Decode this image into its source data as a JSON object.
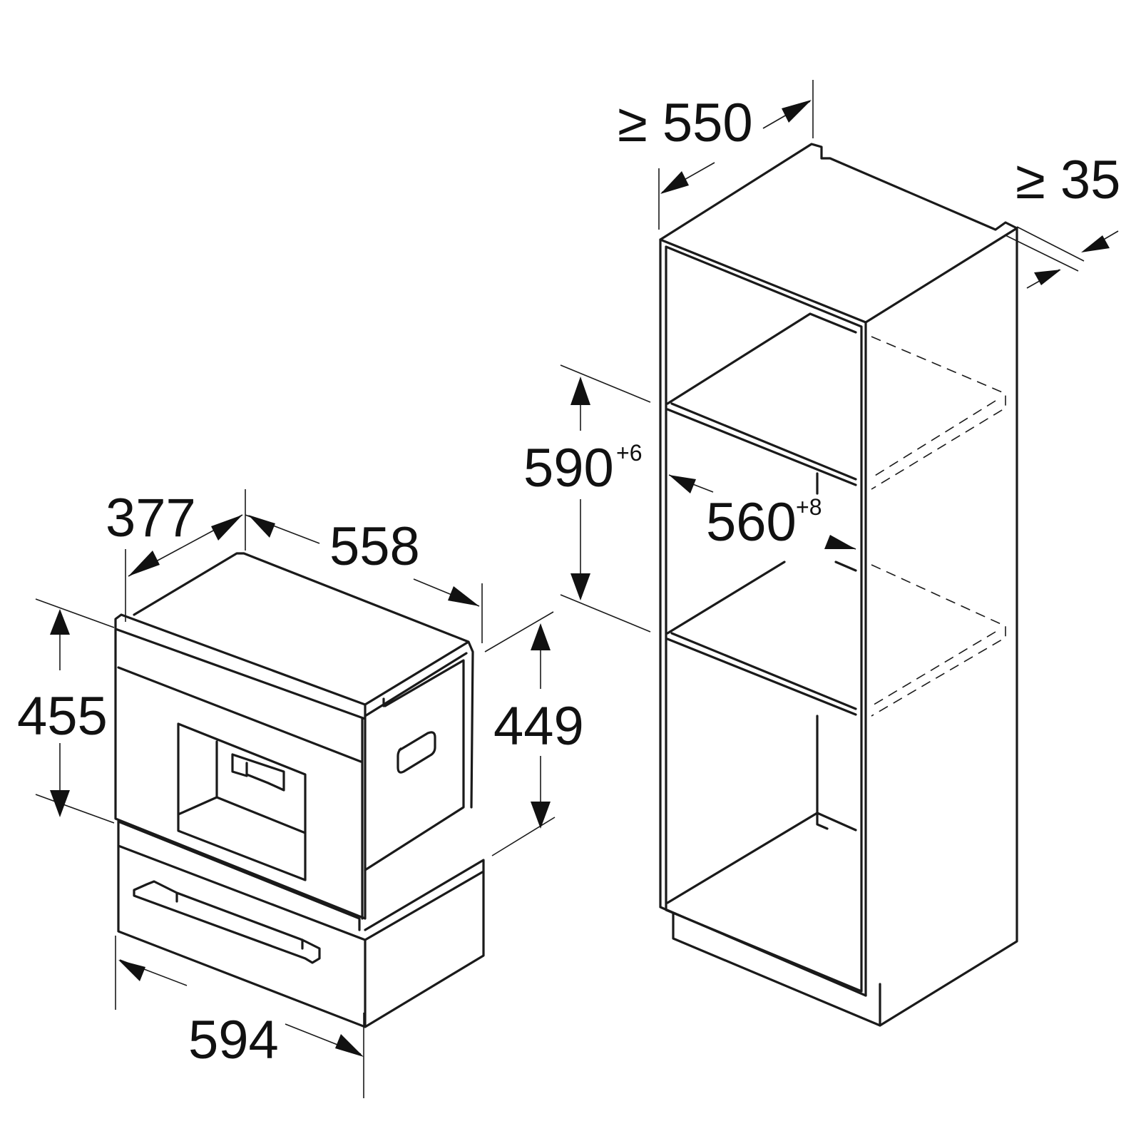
{
  "dimensions": {
    "appliance_depth": "377",
    "appliance_width_top": "558",
    "appliance_height": "455",
    "appliance_height_side": "449",
    "appliance_width": "594",
    "niche_depth": "≥ 550",
    "rear_gap": "≥ 35",
    "niche_height": "590",
    "niche_height_tolerance": "+6",
    "niche_width": "560",
    "niche_width_tolerance": "+8"
  }
}
